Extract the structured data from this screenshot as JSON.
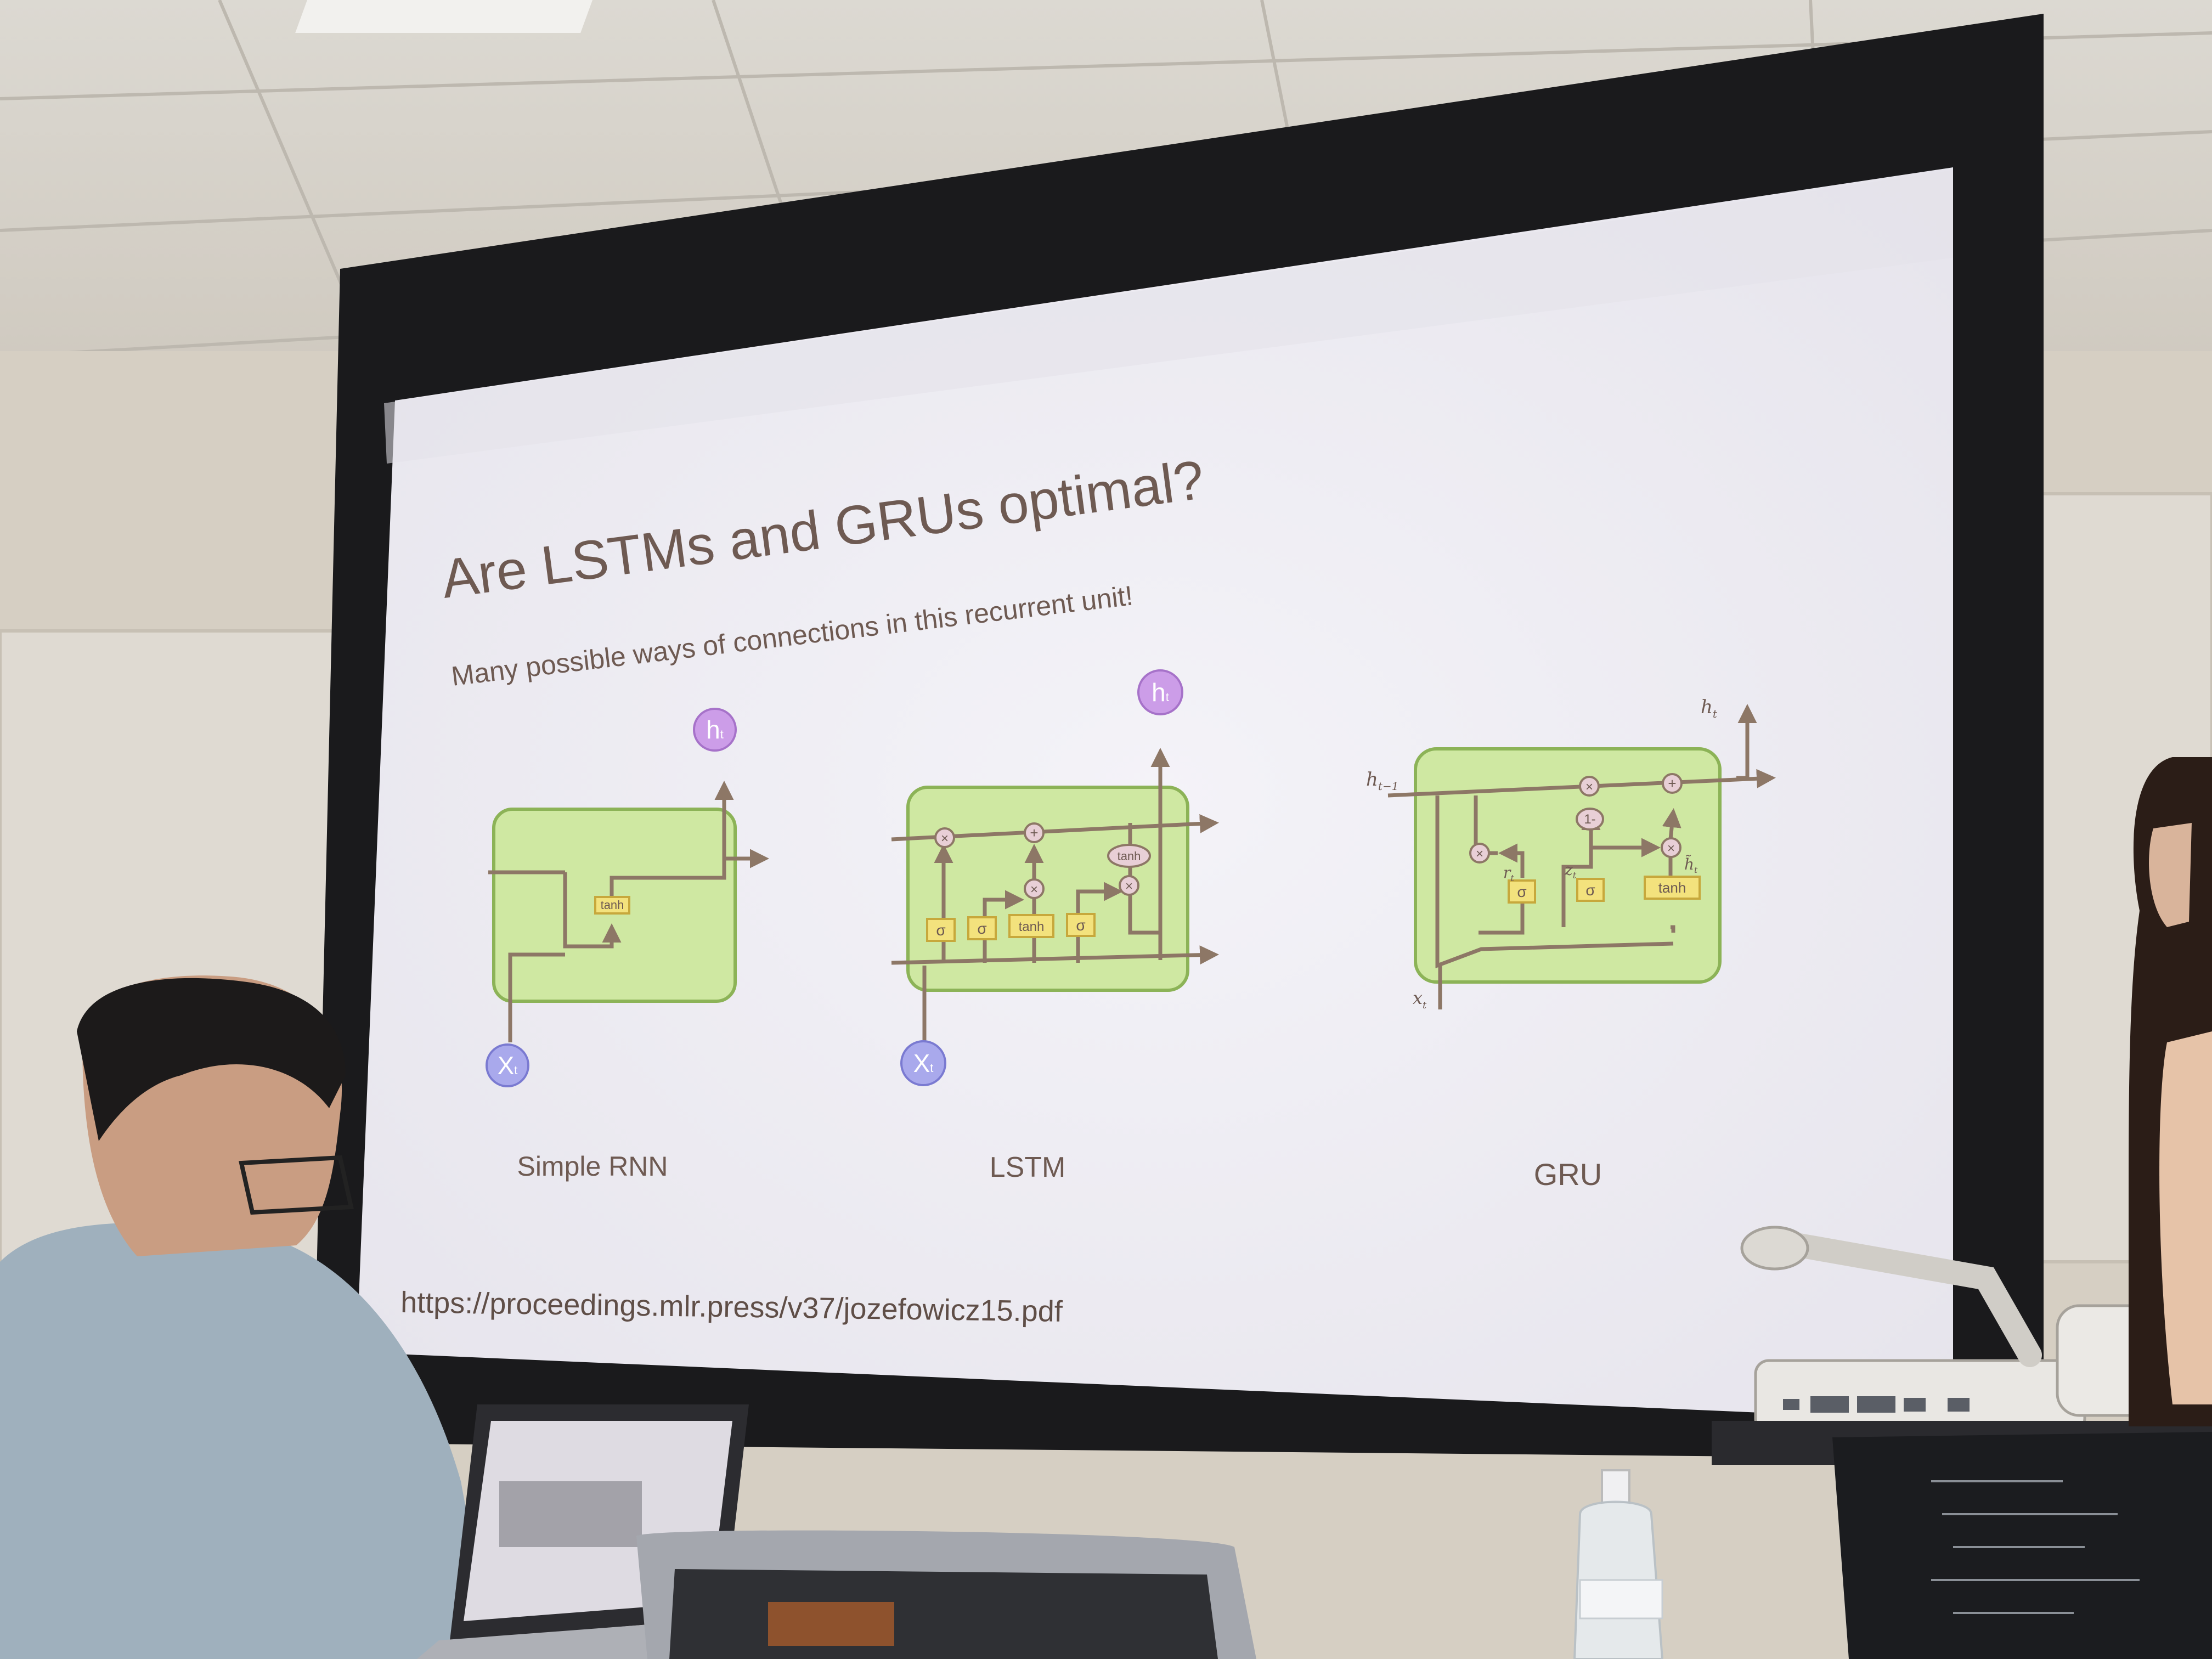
{
  "slide": {
    "title": "Are LSTMs and GRUs optimal?",
    "subtitle": "Many possible ways of connections in this recurrent unit!",
    "url": "https://proceedings.mlr.press/v37/jozefowicz15.pdf"
  },
  "diagrams": {
    "rnn": {
      "caption": "Simple RNN",
      "input": "X",
      "input_sub": "t",
      "output": "h",
      "output_sub": "t",
      "gate_tanh": "tanh"
    },
    "lstm": {
      "caption": "LSTM",
      "input": "X",
      "input_sub": "t",
      "output": "h",
      "output_sub": "t",
      "gate_sigma": "σ",
      "gate_tanh": "tanh",
      "op_mul": "×",
      "op_add": "+"
    },
    "gru": {
      "caption": "GRU",
      "gate_sigma": "σ",
      "gate_tanh": "tanh",
      "op_mul": "×",
      "op_add": "+",
      "op_one_minus": "1-",
      "h_prev": "h",
      "h_prev_sub": "t−1",
      "h_out": "h",
      "h_out_sub": "t",
      "x_in": "x",
      "x_in_sub": "t",
      "r_label": "r",
      "r_sub": "t",
      "z_label": "z",
      "z_sub": "t",
      "htilde_label": "h̃",
      "htilde_sub": "t"
    }
  },
  "colors": {
    "screen": "#f1f0f6",
    "cell_fill": "#cfe8a2",
    "cell_stroke": "#8cb357",
    "line": "#8d7766",
    "gate_fill": "#f3e27d",
    "gate_stroke": "#c7a83c",
    "op_fill": "#e8cfd6",
    "input_fill": "#a9a9ec",
    "output_fill": "#cc9de8",
    "text": "#6e5a52",
    "wall": "#d9d3c8",
    "frame": "#1a1a1c"
  }
}
